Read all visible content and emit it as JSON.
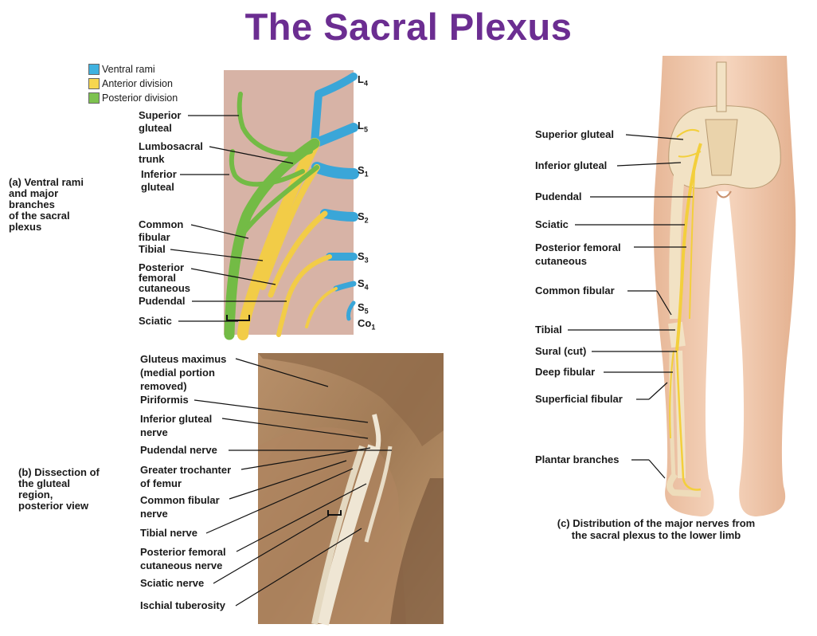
{
  "title": "The Sacral Plexus",
  "legend": [
    {
      "label": "Ventral rami",
      "color": "#3fb2e0"
    },
    {
      "label": "Anterior division",
      "color": "#f6d64f"
    },
    {
      "label": "Posterior division",
      "color": "#7dc24f"
    }
  ],
  "panel_a": {
    "caption": "(a) Ventral rami\nand major\nbranches\nof the sacral\nplexus",
    "labels": {
      "superior_gluteal": "Superior\ngluteal",
      "lumbosacral_trunk": "Lumbosacral\ntrunk",
      "inferior_gluteal": "Inferior\ngluteal",
      "common_fibular": "Common\nfibular",
      "tibial": "Tibial",
      "posterior_femoral_cutaneous": "Posterior\nfemoral\ncutaneous",
      "pudendal": "Pudendal",
      "sciatic": "Sciatic"
    },
    "roots": [
      {
        "base": "L",
        "sub": "4"
      },
      {
        "base": "L",
        "sub": "5"
      },
      {
        "base": "S",
        "sub": "1"
      },
      {
        "base": "S",
        "sub": "2"
      },
      {
        "base": "S",
        "sub": "3"
      },
      {
        "base": "S",
        "sub": "4"
      },
      {
        "base": "S",
        "sub": "5"
      },
      {
        "base": "Co",
        "sub": "1"
      }
    ]
  },
  "panel_b": {
    "caption": "(b) Dissection of\nthe gluteal\nregion,\nposterior view",
    "labels": {
      "gluteus_maximus": "Gluteus maximus\n(medial portion\nremoved)",
      "piriformis": "Piriformis",
      "inferior_gluteal_nerve": "Inferior gluteal\nnerve",
      "pudendal_nerve": "Pudendal nerve",
      "greater_trochanter": "Greater trochanter\nof femur",
      "common_fibular_nerve": "Common fibular\nnerve",
      "tibial_nerve": "Tibial nerve",
      "posterior_femoral_cutaneous_nerve": "Posterior femoral\ncutaneous nerve",
      "sciatic_nerve": "Sciatic nerve",
      "ischial_tuberosity": "Ischial tuberosity"
    }
  },
  "panel_c": {
    "caption": "(c) Distribution of the major nerves from\nthe sacral plexus to the lower limb",
    "labels": {
      "superior_gluteal": "Superior gluteal",
      "inferior_gluteal": "Inferior gluteal",
      "pudendal": "Pudendal",
      "sciatic": "Sciatic",
      "posterior_femoral_cutaneous": "Posterior femoral\ncutaneous",
      "common_fibular": "Common fibular",
      "tibial": "Tibial",
      "sural": "Sural (cut)",
      "deep_fibular": "Deep fibular",
      "superficial_fibular": "Superficial fibular",
      "plantar_branches": "Plantar branches"
    }
  }
}
